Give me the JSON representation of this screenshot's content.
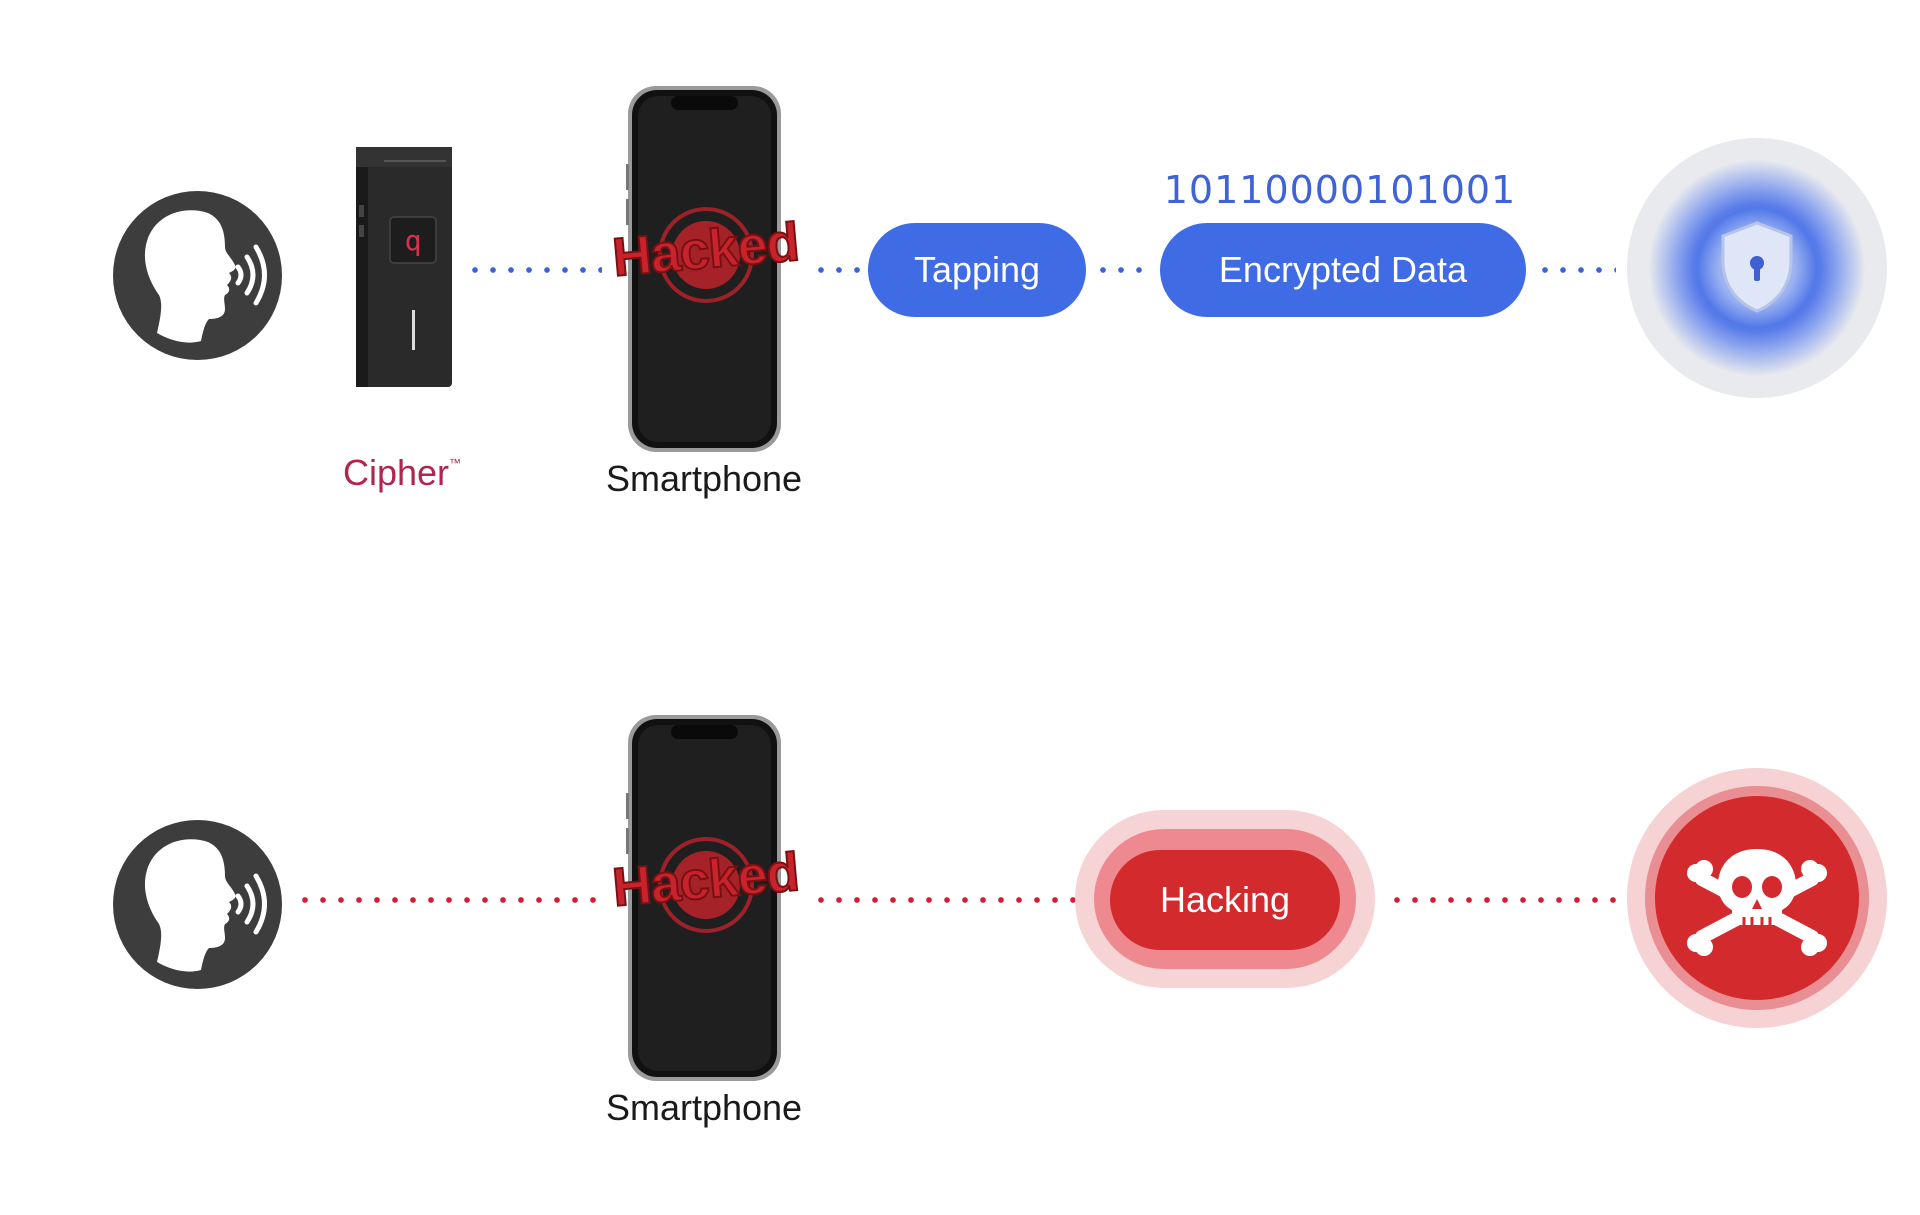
{
  "diagram": {
    "top_row": {
      "device_label_main": "Cipher",
      "device_label_mark": "™",
      "phone_label": "Smartphone",
      "phone_stamp": "Hacked",
      "tapping_label": "Tapping",
      "binary_text": "10110000101001",
      "encrypted_label": "Encrypted Data",
      "end_icon": "shield-lock-icon"
    },
    "bottom_row": {
      "phone_label": "Smartphone",
      "phone_stamp": "Hacked",
      "hacking_label": "Hacking",
      "end_icon": "skull-crossbones-icon"
    }
  },
  "colors": {
    "blue_accent": "#3f6be4",
    "red_accent": "#d32a2e",
    "cipher_brand": "#b0264f",
    "speaker_dark": "#3d3d3d"
  }
}
